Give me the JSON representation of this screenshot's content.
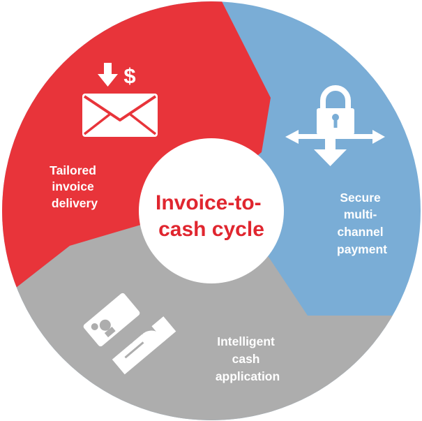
{
  "diagram": {
    "center": {
      "lines": [
        "Invoice-to-",
        "cash cycle"
      ]
    },
    "segments": [
      {
        "id": "invoice-delivery",
        "lines": [
          "Tailored",
          "invoice",
          "delivery"
        ],
        "icon": "envelope-download-dollar-icon",
        "color": "#e8343a"
      },
      {
        "id": "payment",
        "lines": [
          "Secure",
          "multi-",
          "channel",
          "payment"
        ],
        "icon": "padlock-arrows-icon",
        "color": "#7aadd6"
      },
      {
        "id": "cash-application",
        "lines": [
          "Intelligent",
          "cash",
          "application"
        ],
        "icon": "hand-holding-cash-icon",
        "color": "#adadad"
      }
    ],
    "icon_text": {
      "dollar_sign": "$"
    },
    "colors": {
      "center_text": "#e0262f",
      "center_fill": "#ffffff",
      "icon": "#ffffff"
    }
  }
}
